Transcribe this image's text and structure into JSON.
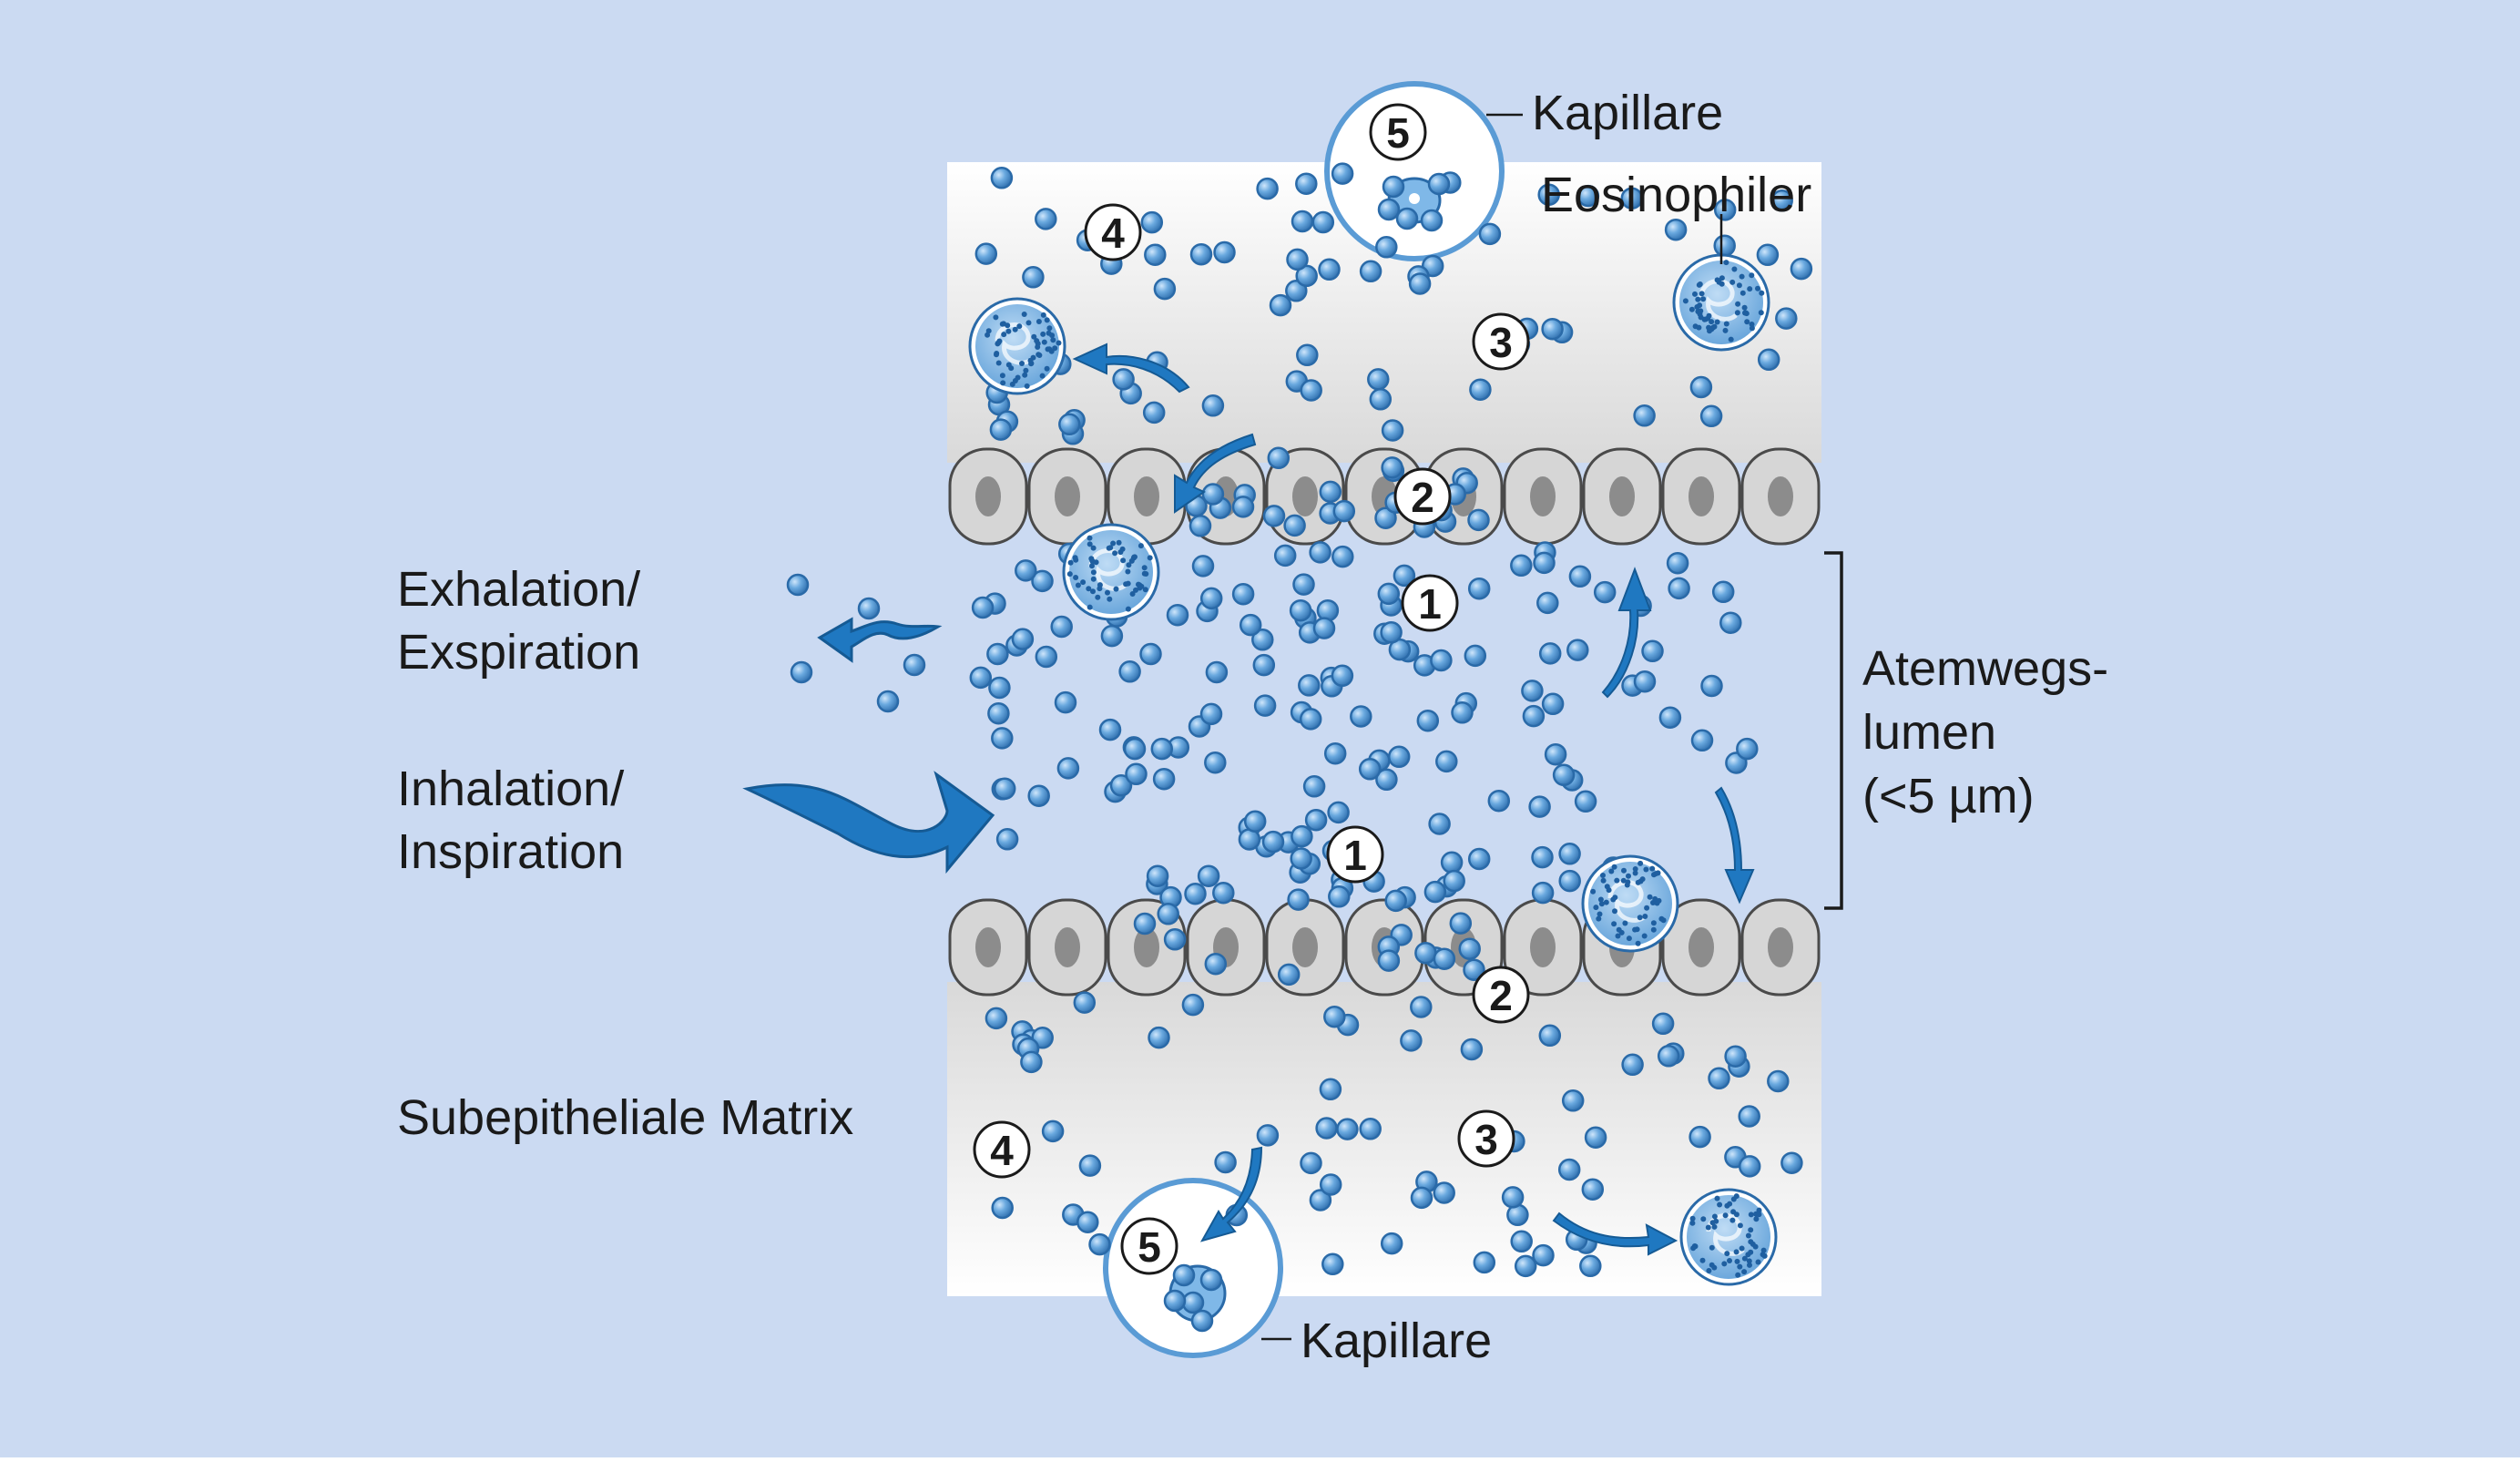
{
  "labels": {
    "kapillare_top": "Kapillare",
    "eosinophiler": "Eosinophiler",
    "exhalation_line1": "Exhalation/",
    "exhalation_line2": "Exspiration",
    "inhalation_line1": "Inhalation/",
    "inhalation_line2": "Inspiration",
    "subepitheliale": "Subepitheliale Matrix",
    "lumen_line1": "Atemwegs-",
    "lumen_line2": "lumen",
    "lumen_line3": "(<5 µm)",
    "kapillare_bottom": "Kapillare"
  },
  "step_markers": {
    "one_upper": "1",
    "one_lower": "1",
    "two_upper": "2",
    "two_lower": "2",
    "three_upper": "3",
    "three_lower": "3",
    "four_upper": "4",
    "four_lower": "4",
    "five_upper": "5",
    "five_lower": "5"
  },
  "colors": {
    "background": "#cbdaf2",
    "particle_fill": "#5a9bd5",
    "particle_stroke": "#2a6aa8",
    "arrow": "#1f78c1",
    "cell_fill": "#d6d6d6",
    "nucleus_fill": "#8c8c8c",
    "eosinophil_fill": "#6aaee3"
  }
}
